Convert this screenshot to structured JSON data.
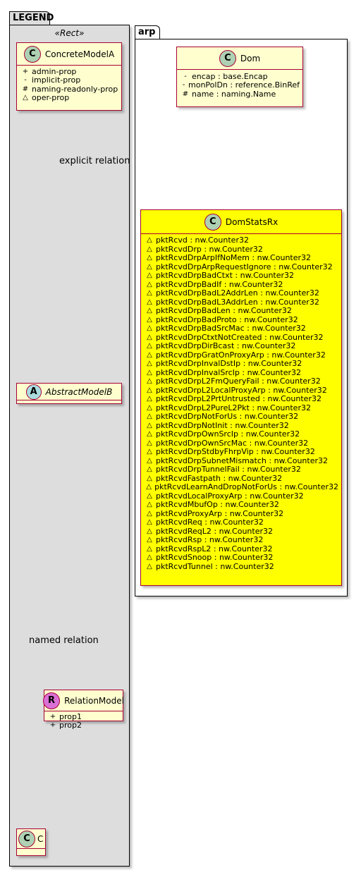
{
  "legend_package": {
    "title": "LEGEND",
    "stereotype": "«Rect»",
    "concrete_model": {
      "badge": "C",
      "name": "ConcreteModelA",
      "badge_color": "#add1b2",
      "attributes": [
        {
          "vis": "+",
          "name": "admin-prop"
        },
        {
          "vis": "-",
          "name": "implicit-prop"
        },
        {
          "vis": "#",
          "name": "naming-readonly-prop"
        },
        {
          "vis": "△",
          "name": "oper-prop"
        }
      ]
    },
    "abstract_model": {
      "badge": "A",
      "name": "AbstractModelB",
      "badge_color": "#a9dcdf"
    },
    "relation_model": {
      "badge": "R",
      "name": "RelationModel",
      "badge_color": "#da70d6",
      "attributes": [
        {
          "vis": "+",
          "name": "prop1"
        },
        {
          "vis": "+",
          "name": "prop2"
        }
      ]
    },
    "c_model": {
      "badge": "C",
      "name": "C",
      "badge_color": "#add1b2"
    },
    "explicit_relation_label": "explicit relation",
    "named_relation_label": "named relation"
  },
  "arp_package": {
    "title": "arp",
    "dom": {
      "badge": "C",
      "name": "Dom",
      "badge_color": "#add1b2",
      "attributes": [
        {
          "vis": "-",
          "name": "encap : base.Encap"
        },
        {
          "vis": "-",
          "name": "monPolDn : reference.BinRef"
        },
        {
          "vis": "#",
          "name": "name : naming.Name"
        }
      ]
    },
    "dom_stats_rx": {
      "badge": "C",
      "name": "DomStatsRx",
      "badge_color": "#add1b2",
      "fill_color": "#ffff00",
      "attributes": [
        {
          "vis": "△",
          "name": "pktRcvd : nw.Counter32"
        },
        {
          "vis": "△",
          "name": "pktRcvdDrp : nw.Counter32"
        },
        {
          "vis": "△",
          "name": "pktRcvdDrpArpIfNoMem : nw.Counter32"
        },
        {
          "vis": "△",
          "name": "pktRcvdDrpArpRequestIgnore : nw.Counter32"
        },
        {
          "vis": "△",
          "name": "pktRcvdDrpBadCtxt : nw.Counter32"
        },
        {
          "vis": "△",
          "name": "pktRcvdDrpBadIf : nw.Counter32"
        },
        {
          "vis": "△",
          "name": "pktRcvdDrpBadL2AddrLen : nw.Counter32"
        },
        {
          "vis": "△",
          "name": "pktRcvdDrpBadL3AddrLen : nw.Counter32"
        },
        {
          "vis": "△",
          "name": "pktRcvdDrpBadLen : nw.Counter32"
        },
        {
          "vis": "△",
          "name": "pktRcvdDrpBadProto : nw.Counter32"
        },
        {
          "vis": "△",
          "name": "pktRcvdDrpBadSrcMac : nw.Counter32"
        },
        {
          "vis": "△",
          "name": "pktRcvdDrpCtxtNotCreated : nw.Counter32"
        },
        {
          "vis": "△",
          "name": "pktRcvdDrpDirBcast : nw.Counter32"
        },
        {
          "vis": "△",
          "name": "pktRcvdDrpGratOnProxyArp : nw.Counter32"
        },
        {
          "vis": "△",
          "name": "pktRcvdDrpInvalDstIp : nw.Counter32"
        },
        {
          "vis": "△",
          "name": "pktRcvdDrpInvalSrcIp : nw.Counter32"
        },
        {
          "vis": "△",
          "name": "pktRcvdDrpL2FmQueryFail : nw.Counter32"
        },
        {
          "vis": "△",
          "name": "pktRcvdDrpL2LocalProxyArp : nw.Counter32"
        },
        {
          "vis": "△",
          "name": "pktRcvdDrpL2PrtUntrusted : nw.Counter32"
        },
        {
          "vis": "△",
          "name": "pktRcvdDrpL2PureL2Pkt : nw.Counter32"
        },
        {
          "vis": "△",
          "name": "pktRcvdDrpNotForUs : nw.Counter32"
        },
        {
          "vis": "△",
          "name": "pktRcvdDrpNotInit : nw.Counter32"
        },
        {
          "vis": "△",
          "name": "pktRcvdDrpOwnSrcIp : nw.Counter32"
        },
        {
          "vis": "△",
          "name": "pktRcvdDrpOwnSrcMac : nw.Counter32"
        },
        {
          "vis": "△",
          "name": "pktRcvdDrpStdbyFhrpVip : nw.Counter32"
        },
        {
          "vis": "△",
          "name": "pktRcvdDrpSubnetMismatch : nw.Counter32"
        },
        {
          "vis": "△",
          "name": "pktRcvdDrpTunnelFail : nw.Counter32"
        },
        {
          "vis": "△",
          "name": "pktRcvdFastpath : nw.Counter32"
        },
        {
          "vis": "△",
          "name": "pktRcvdLearnAndDropNotForUs : nw.Counter32"
        },
        {
          "vis": "△",
          "name": "pktRcvdLocalProxyArp : nw.Counter32"
        },
        {
          "vis": "△",
          "name": "pktRcvdMbufOp : nw.Counter32"
        },
        {
          "vis": "△",
          "name": "pktRcvdProxyArp : nw.Counter32"
        },
        {
          "vis": "△",
          "name": "pktRcvdReq : nw.Counter32"
        },
        {
          "vis": "△",
          "name": "pktRcvdReqL2 : nw.Counter32"
        },
        {
          "vis": "△",
          "name": "pktRcvdRsp : nw.Counter32"
        },
        {
          "vis": "△",
          "name": "pktRcvdRspL2 : nw.Counter32"
        },
        {
          "vis": "△",
          "name": "pktRcvdSnoop : nw.Counter32"
        },
        {
          "vis": "△",
          "name": "pktRcvdTunnel : nw.Counter32"
        }
      ]
    }
  },
  "colors": {
    "class_border": "#a80036",
    "class_fill": "#fefece",
    "legend_fill": "#dddddd",
    "highlight_fill": "#ffff00"
  }
}
